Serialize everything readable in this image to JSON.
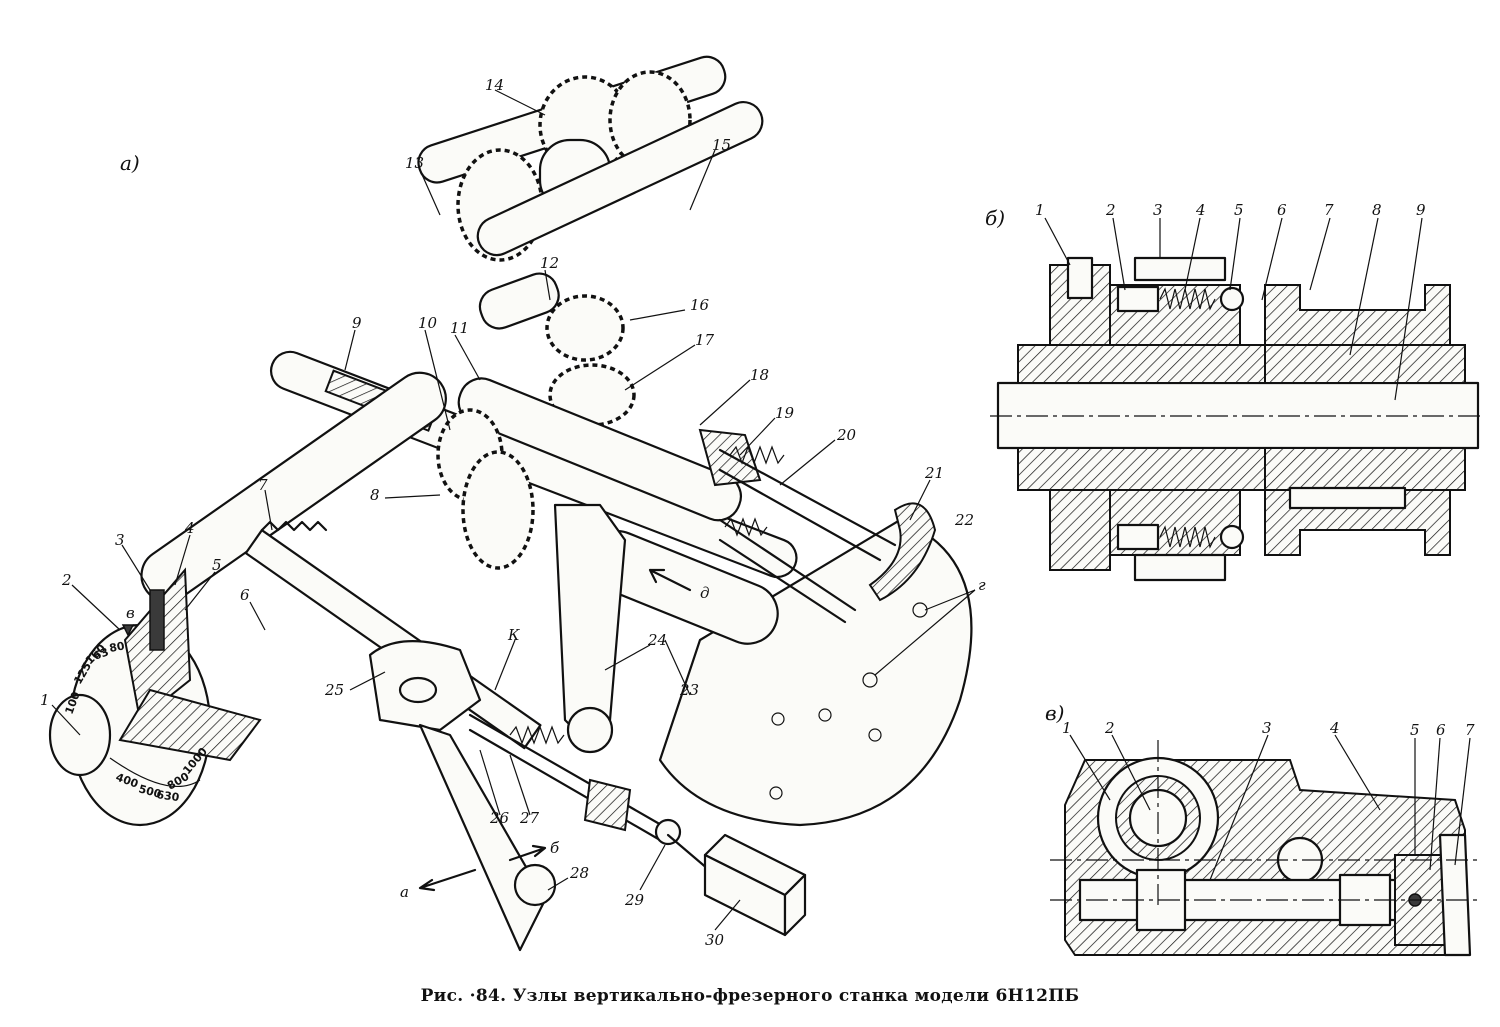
{
  "caption": "Рис. ·84. Узлы вертикально-фрезерного станка модели 6Н12ПБ",
  "panels": {
    "a": "а)",
    "b": "б)",
    "v": "в)"
  },
  "labels_a": [
    "1",
    "2",
    "3",
    "4",
    "5",
    "6",
    "7",
    "8",
    "9",
    "10",
    "11",
    "12",
    "13",
    "14",
    "15",
    "16",
    "17",
    "18",
    "19",
    "20",
    "21",
    "22",
    "23",
    "24",
    "25",
    "26",
    "27",
    "28",
    "29",
    "30",
    "К"
  ],
  "direction_letters_a": {
    "v": "в",
    "g": "г",
    "d": "д",
    "a": "а",
    "b": "б"
  },
  "dial_scale": [
    "100",
    "125",
    "160",
    "63",
    "80",
    "400",
    "500",
    "630",
    "800",
    "1000"
  ],
  "labels_b": [
    "1",
    "2",
    "3",
    "4",
    "5",
    "6",
    "7",
    "8",
    "9"
  ],
  "labels_v": [
    "1",
    "2",
    "3",
    "4",
    "5",
    "6",
    "7"
  ]
}
